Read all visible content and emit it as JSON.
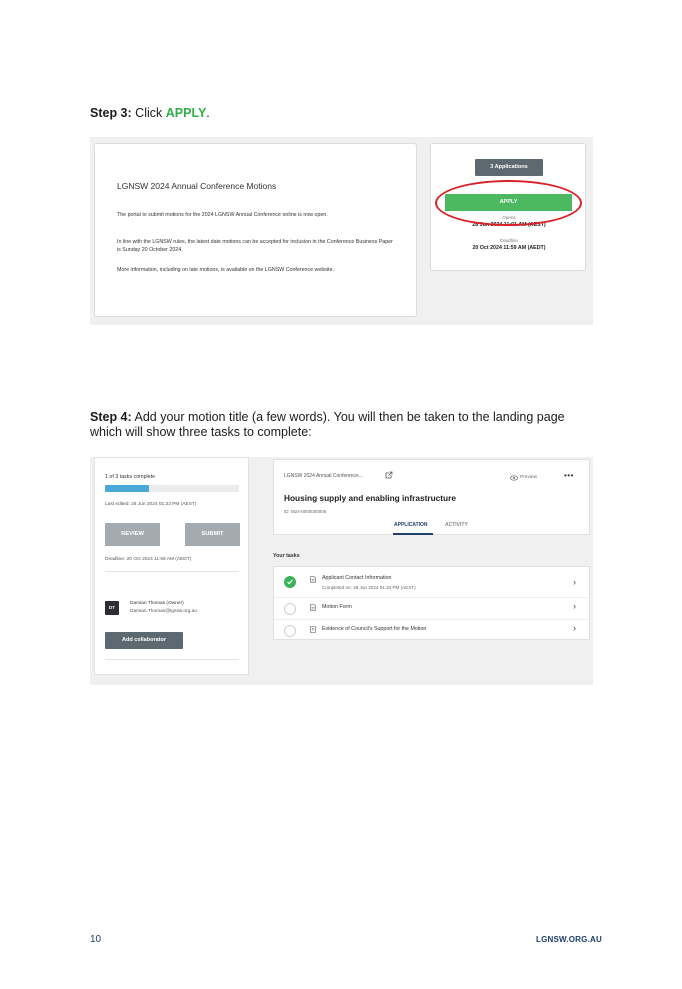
{
  "step3": {
    "label": "Step 3:",
    "text": "Click",
    "highlight": "APPLY",
    "trail": "."
  },
  "shot1": {
    "card_title": "LGNSW 2024 Annual Conference Motions",
    "paragraphs": [
      "The portal to submit motions for the 2024 LGNSW Annual Conference online is now open.",
      "In line with the LGNSW rules, the latest date motions can be accepted for inclusion in the Conference Business Paper is Sunday 20 October 2024.",
      "More information, including on late motions, is available on the LGNSW Conference website."
    ],
    "applications_button": "3 Applications",
    "apply_button": "APPLY",
    "opens_label": "Opens",
    "opens_value": "28 Jun 2024 11:01 AM (AEST)",
    "deadline_label": "Deadline",
    "deadline_value": "20 Oct 2024 11:59 AM (AEDT)",
    "highlight_ring_color": "#d8232a",
    "apply_color": "#4cb860"
  },
  "step4": {
    "label": "Step 4:",
    "text": "Add your motion title (a few words). You will then be taken to the landing page which will show three tasks to complete:"
  },
  "shot2": {
    "sidebar": {
      "tasks_complete": "1 of 3 tasks complete",
      "progress_fraction": 0.33,
      "last_edited": "Last edited: 28 Jun 2024 01:33 PM (AEST)",
      "review_button": "REVIEW",
      "submit_button": "SUBMIT",
      "deadline": "Deadline: 20 Oct 2024 11:59 AM (AEDT)",
      "avatar_initials": "DT",
      "owner_name": "Damian Thomas (Owner)",
      "owner_email": "Damian.Thomas@lgnsw.org.au",
      "add_collaborator_button": "Add collaborator"
    },
    "main": {
      "breadcrumb": "LGNSW 2024 Annual Conference...",
      "preview": "Preview",
      "more": "•••",
      "title": "Housing supply and enabling infrastructure",
      "id": "ID: M24-0000000006",
      "tabs": [
        "APPLICATION",
        "ACTIVITY"
      ]
    },
    "your_tasks_label": "Your tasks",
    "tasks": [
      {
        "label": "Applicant Contact Information",
        "sub": "Completed on: 28 Jun 2024 01:33 PM (AEST)",
        "done": true
      },
      {
        "label": "Motion Form",
        "sub": "",
        "done": false
      },
      {
        "label": "Evidence of Council's Support for the Motion",
        "sub": "",
        "done": false
      }
    ]
  },
  "footer": {
    "page_number": "10",
    "site": "LGNSW.ORG.AU"
  }
}
